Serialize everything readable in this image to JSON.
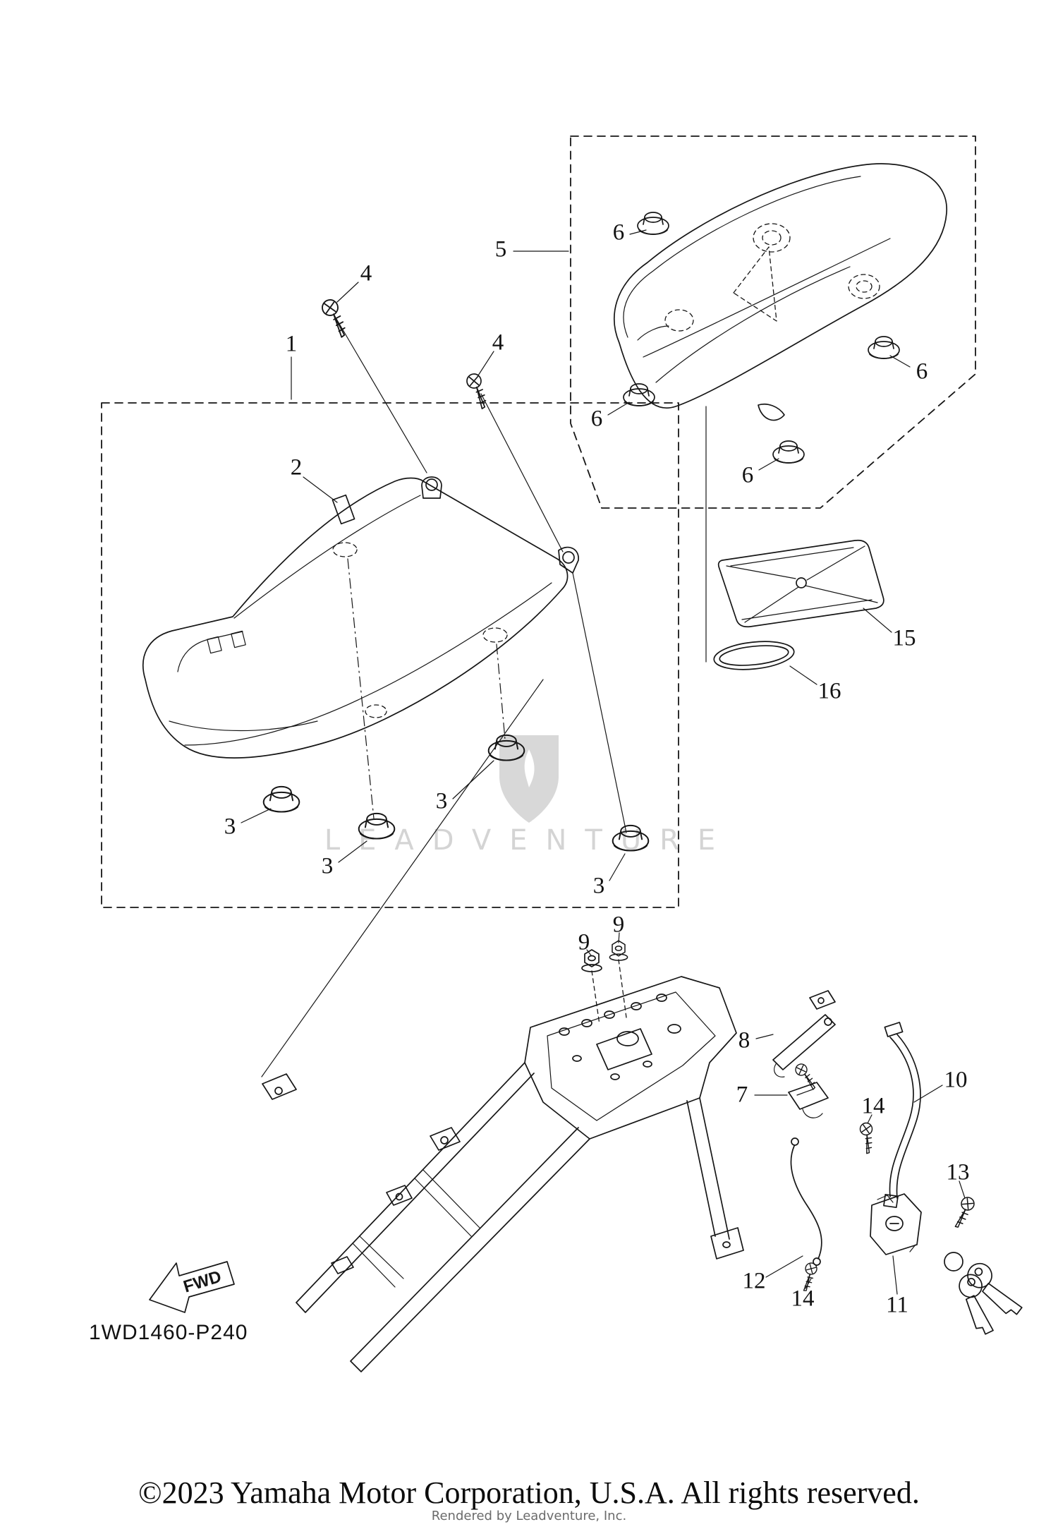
{
  "diagram": {
    "part_code": "1WD1460-P240",
    "fwd_label": "FWD",
    "callouts": {
      "c1": "1",
      "c2": "2",
      "c3": "3",
      "c4": "4",
      "c5": "5",
      "c6": "6",
      "c7": "7",
      "c8": "8",
      "c9": "9",
      "c10": "10",
      "c11": "11",
      "c12": "12",
      "c13": "13",
      "c14": "14",
      "c15": "15",
      "c16": "16"
    },
    "watermark": {
      "brand": "LEADVENTURE",
      "rendered_by": "Rendered by Leadventure, Inc."
    },
    "footer": {
      "copyright": "©2023 Yamaha Motor Corporation, U.S.A. All rights reserved."
    }
  }
}
